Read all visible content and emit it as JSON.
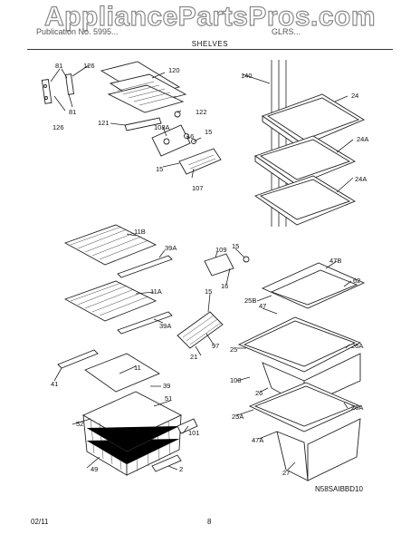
{
  "watermark": "AppliancePartsPros.com",
  "header": {
    "left": "Publication No. 5995...",
    "right": "GLRS..."
  },
  "section_title": "SHELVES",
  "diagram_code": "N58SAIBBD10",
  "footer": {
    "date": "02/11",
    "page": "8"
  },
  "callouts": [
    "81",
    "126",
    "81",
    "126",
    "120",
    "122",
    "121",
    "108A",
    "16",
    "15",
    "15",
    "107",
    "140",
    "24",
    "24A",
    "24A",
    "11B",
    "39A",
    "109",
    "15",
    "16",
    "11A",
    "39A",
    "15",
    "97",
    "21",
    "47B",
    "62",
    "25B",
    "47",
    "25",
    "26A",
    "100",
    "26",
    "41",
    "11",
    "39",
    "51",
    "52",
    "101",
    "49",
    "2",
    "26A",
    "25A",
    "47A",
    "27"
  ]
}
